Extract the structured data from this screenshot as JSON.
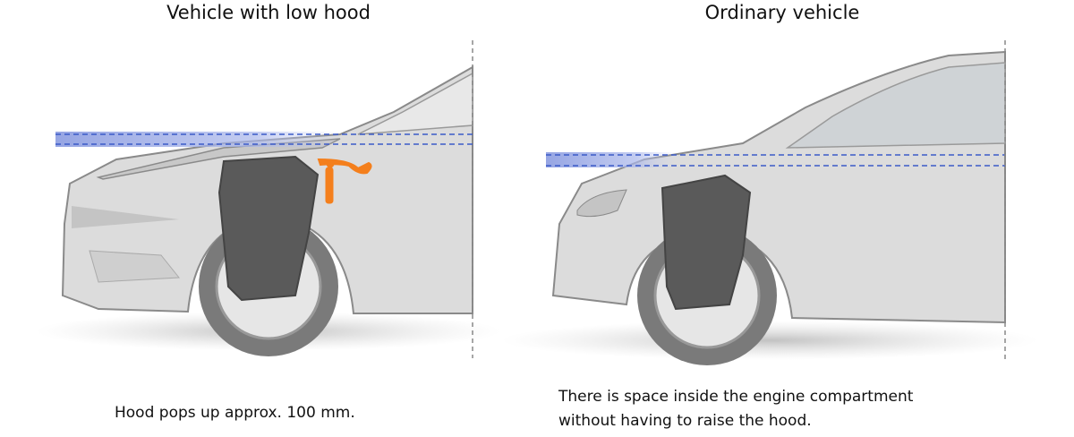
{
  "left": {
    "title": "Vehicle with low hood",
    "caption": "Hood pops up approx. 100 mm."
  },
  "right": {
    "title": "Ordinary vehicle",
    "caption_line1": "There is space inside the engine compartment",
    "caption_line2": "without having to raise the hood."
  },
  "colors": {
    "car_body": "#dcdcdc",
    "car_outline": "#8a8a8a",
    "wheel_liner": "#5a5a5a",
    "guide_line": "#3b5bc8",
    "actuator": "#f47f1c"
  }
}
